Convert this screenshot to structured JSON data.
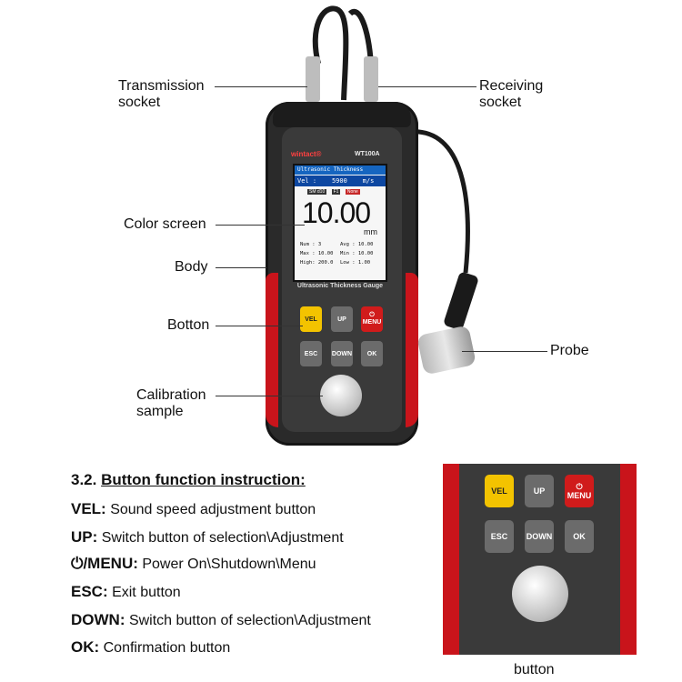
{
  "callouts": {
    "transmission": "Transmission\nsocket",
    "receiving": "Receiving\nsocket",
    "color_screen": "Color screen",
    "body": "Body",
    "button": "Botton",
    "probe": "Probe",
    "calibration": "Calibration\nsample"
  },
  "device": {
    "brand": "wintact®",
    "model": "WT100A",
    "gauge_label": "Ultrasonic Thickness Gauge",
    "screen": {
      "title": "Ultrasonic Thickness",
      "vel_label": "Vel :",
      "vel_value": "5900",
      "vel_unit": "m/s",
      "tags": [
        "SM d10",
        "F1",
        "None"
      ],
      "reading": "10.00",
      "unit": "mm",
      "stats": [
        [
          "Num : 3",
          "Avg : 10.00"
        ],
        [
          "Max : 10.00",
          "Min : 10.00"
        ],
        [
          "High: 200.0",
          "Low : 1.00"
        ]
      ]
    },
    "keys": {
      "vel": "VEL",
      "up": "UP",
      "menu_icon": "⏻",
      "menu": "MENU",
      "esc": "ESC",
      "down": "DOWN",
      "ok": "OK"
    }
  },
  "instructions": {
    "heading_num": "3.2.",
    "heading_text": "Button function instruction:",
    "items": [
      {
        "key": "VEL:",
        "desc": "Sound speed adjustment button"
      },
      {
        "key": "UP:",
        "desc": "Switch button of selection\\Adjustment"
      },
      {
        "key": "⏻/MENU:",
        "desc": "Power On\\Shutdown\\Menu"
      },
      {
        "key": "ESC:",
        "desc": "Exit button"
      },
      {
        "key": "DOWN:",
        "desc": "Switch button of selection\\Adjustment"
      },
      {
        "key": "OK:",
        "desc": "Confirmation button"
      }
    ]
  },
  "zoom_caption": "button",
  "colors": {
    "accent_red": "#c9141b",
    "vel_yellow": "#f3c300",
    "screen_blue": "#1565c0"
  }
}
